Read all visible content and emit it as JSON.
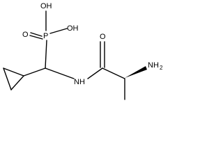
{
  "molecule": {
    "atoms": {
      "oh_top": "OH",
      "oh_right": "OH",
      "p": "P",
      "o_phosphoryl": "O",
      "o_carbonyl": "O",
      "nh": "NH",
      "nh2_n": "NH",
      "nh2_sub": "2"
    },
    "colors": {
      "bond": "#000000",
      "text": "#000000",
      "background": "#ffffff"
    }
  }
}
